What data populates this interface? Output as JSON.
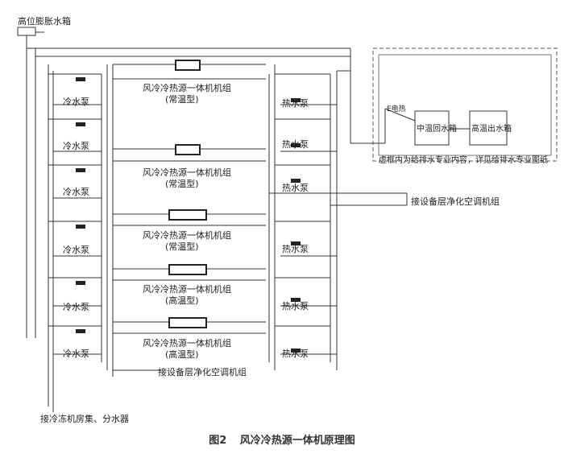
{
  "title_tank": "高位膨胀水箱",
  "cold_pump": "冷水泵",
  "hot_pump": "热水泵",
  "unit_name": "风冷冷热源一体机机组",
  "unit_types": [
    "(常温型)",
    "(常温型)",
    "(常温型)",
    "(高温型)",
    "(高温型)"
  ],
  "mid_tank": "中温回水箱",
  "high_tank": "高温出水箱",
  "e_heater": "E电热",
  "note": "虚框内为给排水专业内容，详见给排水专业图纸",
  "connect_right": "接设备层净化空调机组",
  "connect_bottom": "接设备层净化空调机组",
  "connect_collector": "接冷冻机房集、分水器",
  "caption_no": "图2",
  "caption_text": "风冷冷热源一体机原理图",
  "colors": {
    "line": "#333333",
    "dash": "#555555",
    "bg": "#ffffff"
  }
}
